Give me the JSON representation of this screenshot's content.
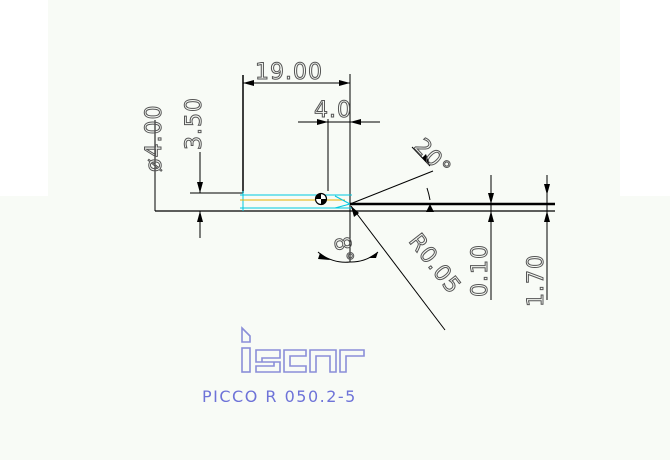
{
  "drawing": {
    "dimensions": {
      "length": "19.00",
      "head": "4.0",
      "diameter": "ø4.00",
      "bore": "3.50",
      "rake_angle": "20°",
      "clearance_angle": "8°",
      "radius": "R0.05",
      "offset": "0.10",
      "height": "1.70"
    },
    "logo": {
      "text": "iscar"
    },
    "part_name": "PICCO R 050.2-5"
  },
  "colors": {
    "background": "#f8fbf6",
    "line": "#000000",
    "dim_text": "#555555",
    "logo": "#8a8ed8",
    "caption": "#6e73d8",
    "cyan": "#00c8e0",
    "yellow": "#e8b000"
  }
}
